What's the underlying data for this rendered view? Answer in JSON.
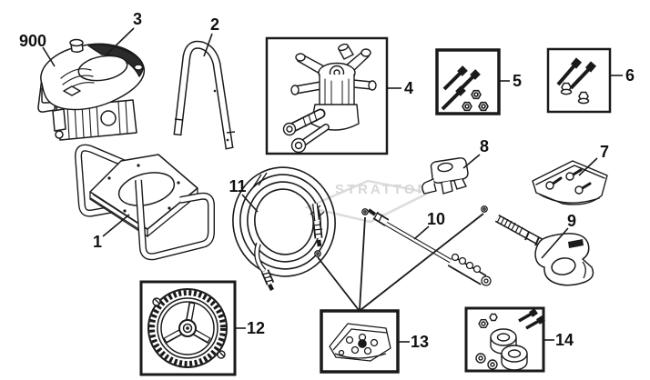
{
  "colors": {
    "line": "#1a1a1a",
    "background": "#ffffff",
    "watermark": "#d7d7d7"
  },
  "watermark": {
    "text": "STRATTON"
  },
  "callouts": [
    {
      "label": "900",
      "part": "engine"
    },
    {
      "label": "1",
      "part": "frame"
    },
    {
      "label": "2",
      "part": "handle"
    },
    {
      "label": "3",
      "part": "engine-cover"
    },
    {
      "label": "4",
      "part": "pump-assembly-kit"
    },
    {
      "label": "5",
      "part": "bolt-nut-kit"
    },
    {
      "label": "6",
      "part": "bolt-nut-kit"
    },
    {
      "label": "7",
      "part": "screw-bag"
    },
    {
      "label": "8",
      "part": "bracket"
    },
    {
      "label": "9",
      "part": "spray-gun"
    },
    {
      "label": "10",
      "part": "spray-wand"
    },
    {
      "label": "11",
      "part": "high-pressure-hose"
    },
    {
      "label": "12",
      "part": "wheel-kit"
    },
    {
      "label": "13",
      "part": "nozzle-o-ring-kit"
    },
    {
      "label": "14",
      "part": "axle-hardware-kit"
    }
  ]
}
